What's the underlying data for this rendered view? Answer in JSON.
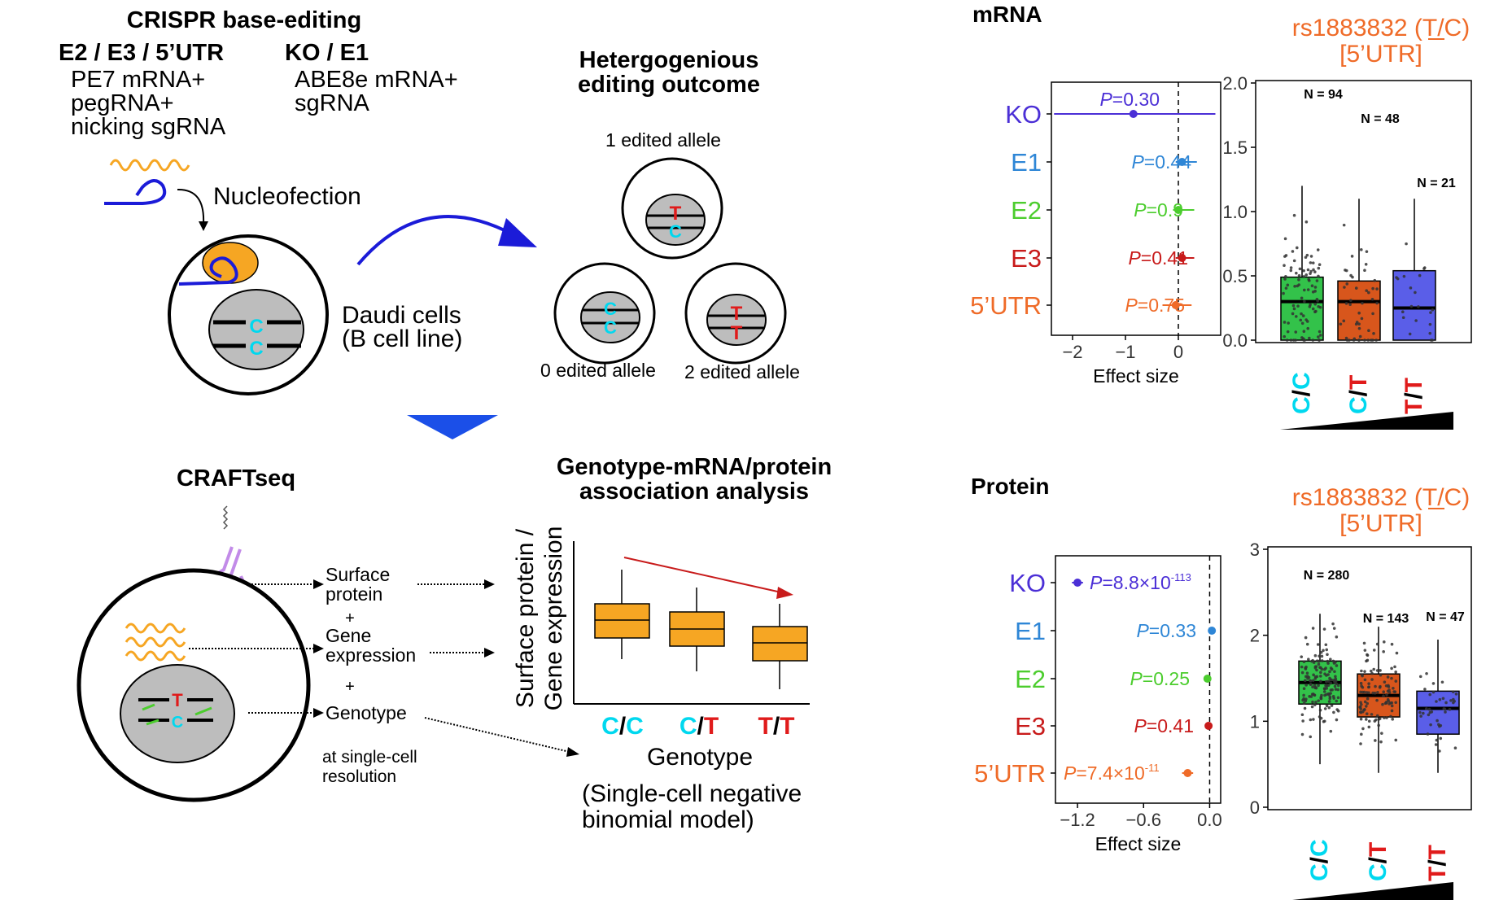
{
  "left_panel": {
    "title": "CRISPR base-editing",
    "group1_heading": "E2 / E3 / 5’UTR",
    "group1_lines": [
      "PE7 mRNA+",
      "pegRNA+",
      "nicking sgRNA"
    ],
    "group2_heading": "KO / E1",
    "group2_lines": [
      "ABE8e mRNA+",
      "sgRNA"
    ],
    "nucleofection": "Nucleofection",
    "cell_label": [
      "Daudi cells",
      "(B cell line)"
    ],
    "cell_allele_letters": [
      "C",
      "C"
    ],
    "outcome_title": [
      "Hetergogenious",
      "editing outcome"
    ],
    "outcome_labels": [
      "1 edited allele",
      "0 edited allele",
      "2 edited allele"
    ],
    "outcome_one_letters": [
      "T",
      "C"
    ],
    "outcome_zero_letters": [
      "C",
      "C"
    ],
    "outcome_two_letters": [
      "T",
      "T"
    ]
  },
  "craftseq": {
    "title": "CRAFTseq",
    "labels": [
      "Surface",
      "protein",
      "+",
      "Gene",
      "expression",
      "+",
      "Genotype"
    ],
    "resolution": [
      "at single-cell",
      "resolution"
    ],
    "cell_letters": [
      "T",
      "C"
    ]
  },
  "association": {
    "title": [
      "Genotype-mRNA/protein",
      "association analysis"
    ],
    "ylabel": [
      "Surface protein /",
      "Gene expression"
    ],
    "xlabel": "Genotype",
    "model": [
      "(Single-cell negative",
      "binomial model)"
    ],
    "genotypes": [
      {
        "a": "C",
        "sep": "/",
        "b": "C"
      },
      {
        "a": "C",
        "sep": "/",
        "b": "T"
      },
      {
        "a": "T",
        "sep": "/",
        "b": "T"
      }
    ]
  },
  "colors": {
    "KO": "#4b2fd6",
    "E1": "#2e86d6",
    "E2": "#4ccd2e",
    "E3": "#c81b1b",
    "UTR": "#ef6b28",
    "cyan": "#00d8ef",
    "red": "#e01b1b",
    "orange": "#f6a623",
    "blue": "#1b1bd8",
    "box_cc": "#33c24a",
    "box_ct": "#d8561c",
    "box_tt": "#5a5ee8"
  },
  "chart_data": [
    {
      "type": "forest",
      "panel_label": "mRNA",
      "xlabel": "Effect size",
      "xlim": [
        -2.4,
        0.8
      ],
      "xticks": [
        -2,
        -1,
        0
      ],
      "xtick_labels": [
        "−2",
        "−1",
        "0"
      ],
      "rows": [
        {
          "label": "KO",
          "p_label": "P",
          "p_value": "=0.30",
          "p_exp": "",
          "estimate": -0.85,
          "ci": [
            -2.35,
            0.7
          ]
        },
        {
          "label": "E1",
          "p_label": "P",
          "p_value": "=0.44",
          "p_exp": "",
          "estimate": 0.07,
          "ci": [
            -0.05,
            0.35
          ]
        },
        {
          "label": "E2",
          "p_label": "P",
          "p_value": "=0.9",
          "p_exp": "",
          "estimate": 0.0,
          "ci": [
            -0.1,
            0.3
          ]
        },
        {
          "label": "E3",
          "p_label": "P",
          "p_value": "=0.41",
          "p_exp": "",
          "estimate": 0.07,
          "ci": [
            -0.05,
            0.3
          ]
        },
        {
          "label": "5’UTR",
          "p_label": "P",
          "p_value": "=0.75",
          "p_exp": "",
          "estimate": -0.05,
          "ci": [
            -0.3,
            0.25
          ]
        }
      ]
    },
    {
      "type": "box",
      "title": [
        "rs1883832 (T/C)",
        "[5’UTR]"
      ],
      "ylim": [
        0,
        2.0
      ],
      "yticks": [
        0.0,
        0.5,
        1.0,
        1.5,
        2.0
      ],
      "ytick_labels": [
        "0.0",
        "0.5",
        "1.0",
        "1.5",
        "2.0"
      ],
      "categories": [
        "C/C",
        "C/T",
        "T/T"
      ],
      "n_labels": [
        "N = 94",
        "N = 48",
        "N = 21"
      ],
      "boxes": [
        {
          "q1": 0.0,
          "median": 0.3,
          "q3": 0.49,
          "whisker_low": 0.0,
          "whisker_high": 1.2
        },
        {
          "q1": 0.0,
          "median": 0.3,
          "q3": 0.46,
          "whisker_low": 0.0,
          "whisker_high": 1.1
        },
        {
          "q1": 0.0,
          "median": 0.25,
          "q3": 0.54,
          "whisker_low": 0.0,
          "whisker_high": 1.1
        }
      ]
    },
    {
      "type": "forest",
      "panel_label": "Protein",
      "xlabel": "Effect size",
      "xlim": [
        -1.4,
        0.1
      ],
      "xticks": [
        -1.2,
        -0.6,
        0.0
      ],
      "xtick_labels": [
        "−1.2",
        "−0.6",
        "0.0"
      ],
      "rows": [
        {
          "label": "KO",
          "p_label": "P",
          "p_value": "=8.8×10",
          "p_exp": "-113",
          "estimate": -1.2,
          "ci": [
            -1.25,
            -1.15
          ]
        },
        {
          "label": "E1",
          "p_label": "P",
          "p_value": "=0.33",
          "p_exp": "",
          "estimate": 0.02,
          "ci": [
            0.0,
            0.04
          ]
        },
        {
          "label": "E2",
          "p_label": "P",
          "p_value": "=0.25",
          "p_exp": "",
          "estimate": -0.02,
          "ci": [
            -0.04,
            0.0
          ]
        },
        {
          "label": "E3",
          "p_label": "P",
          "p_value": "=0.41",
          "p_exp": "",
          "estimate": -0.01,
          "ci": [
            -0.03,
            0.01
          ]
        },
        {
          "label": "5’UTR",
          "p_label": "P",
          "p_value": "=7.4×10",
          "p_exp": "-11",
          "estimate": -0.2,
          "ci": [
            -0.25,
            -0.15
          ]
        }
      ]
    },
    {
      "type": "box",
      "title": [
        "rs1883832 (T/C)",
        "[5’UTR]"
      ],
      "ylim": [
        0,
        3
      ],
      "yticks": [
        0,
        1,
        2,
        3
      ],
      "ytick_labels": [
        "0",
        "1",
        "2",
        "3"
      ],
      "categories": [
        "C/C",
        "C/T",
        "T/T"
      ],
      "n_labels": [
        "N = 280",
        "N = 143",
        "N = 47"
      ],
      "boxes": [
        {
          "q1": 1.2,
          "median": 1.45,
          "q3": 1.7,
          "whisker_low": 0.5,
          "whisker_high": 2.25
        },
        {
          "q1": 1.05,
          "median": 1.3,
          "q3": 1.55,
          "whisker_low": 0.4,
          "whisker_high": 2.1
        },
        {
          "q1": 0.85,
          "median": 1.15,
          "q3": 1.35,
          "whisker_low": 0.4,
          "whisker_high": 1.95
        }
      ]
    }
  ]
}
